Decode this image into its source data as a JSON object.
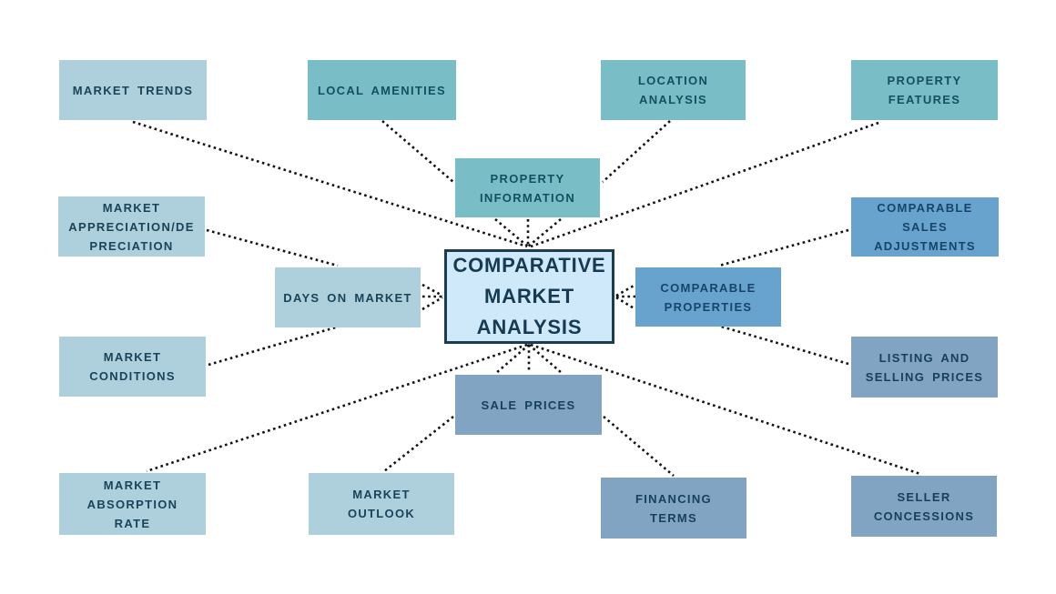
{
  "diagram": {
    "type": "mind-map",
    "center": {
      "id": "center",
      "label": "COMPARATIVE\nMARKET\nANALYSIS"
    },
    "nodes": {
      "market_trends": {
        "label": "MARKET TRENDS"
      },
      "local_amenities": {
        "label": "LOCAL AMENITIES"
      },
      "location_analysis": {
        "label": "LOCATION\nANALYSIS"
      },
      "property_features": {
        "label": "PROPERTY\nFEATURES"
      },
      "property_information": {
        "label": "PROPERTY\nINFORMATION"
      },
      "market_appreciation": {
        "label": "MARKET\nAPPRECIATION/DE\nPRECIATION"
      },
      "comparable_sales_adjustments": {
        "label": "COMPARABLE\nSALES\nADJUSTMENTS"
      },
      "days_on_market": {
        "label": "DAYS ON MARKET"
      },
      "comparable_properties": {
        "label": "COMPARABLE\nPROPERTIES"
      },
      "market_conditions": {
        "label": "MARKET\nCONDITIONS"
      },
      "listing_selling_prices": {
        "label": "LISTING AND\nSELLING PRICES"
      },
      "sale_prices": {
        "label": "SALE PRICES"
      },
      "market_absorption_rate": {
        "label": "MARKET\nABSORPTION\nRATE"
      },
      "market_outlook": {
        "label": "MARKET\nOUTLOOK"
      },
      "financing_terms": {
        "label": "FINANCING\nTERMS"
      },
      "seller_concessions": {
        "label": "SELLER\nCONCESSIONS"
      }
    },
    "connections": [
      {
        "from": "market_trends",
        "to": "center"
      },
      {
        "from": "property_features",
        "to": "center"
      },
      {
        "from": "property_information",
        "to": "center"
      },
      {
        "from": "local_amenities",
        "to": "property_information"
      },
      {
        "from": "location_analysis",
        "to": "property_information"
      },
      {
        "from": "days_on_market",
        "to": "center"
      },
      {
        "from": "market_appreciation",
        "to": "days_on_market"
      },
      {
        "from": "market_conditions",
        "to": "days_on_market"
      },
      {
        "from": "comparable_properties",
        "to": "center"
      },
      {
        "from": "comparable_sales_adjustments",
        "to": "comparable_properties"
      },
      {
        "from": "listing_selling_prices",
        "to": "comparable_properties"
      },
      {
        "from": "sale_prices",
        "to": "center"
      },
      {
        "from": "market_absorption_rate",
        "to": "center"
      },
      {
        "from": "seller_concessions",
        "to": "center"
      },
      {
        "from": "market_outlook",
        "to": "sale_prices"
      },
      {
        "from": "financing_terms",
        "to": "sale_prices"
      }
    ],
    "colors": {
      "background": "#ffffff",
      "node_light_blue": "#aecfdc",
      "node_teal": "#79bec6",
      "node_medium_blue": "#68a3cd",
      "node_slate_blue": "#81a4c2",
      "center_fill": "#cfe8fa",
      "center_border": "#1c3c52",
      "label_text": "#1a4459",
      "connector": "#121212"
    }
  }
}
